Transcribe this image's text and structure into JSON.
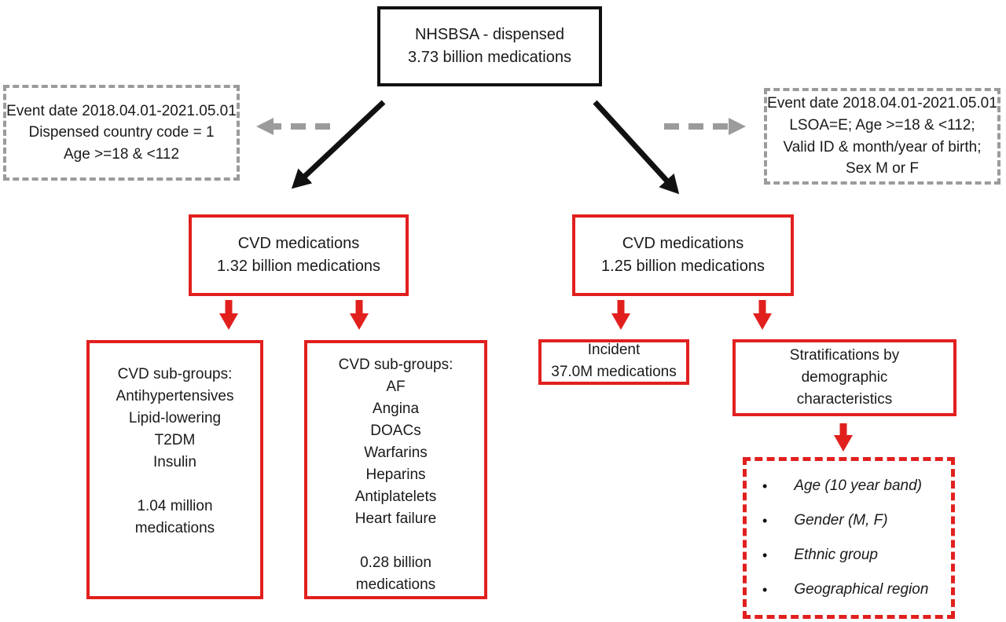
{
  "colors": {
    "accent_red": "#e1201e",
    "dash_gray": "#9b9b9b",
    "box_black": "#111111"
  },
  "diagram": {
    "top_box": {
      "lines": [
        "NHSBSA - dispensed",
        "3.73 billion medications"
      ]
    },
    "left_criteria": {
      "lines": [
        "Event date 2018.04.01-2021.05.01",
        "Dispensed country code = 1",
        "Age >=18 & <112"
      ]
    },
    "right_criteria": {
      "lines": [
        "Event date 2018.04.01-2021.05.01",
        "LSOA=E; Age >=18 & <112;",
        "Valid ID & month/year of birth;",
        "Sex M or F"
      ]
    },
    "cvd_left": {
      "lines": [
        "CVD medications",
        "1.32 billion medications"
      ]
    },
    "cvd_right": {
      "lines": [
        "CVD medications",
        "1.25 billion medications"
      ]
    },
    "subgroups_therapy": {
      "lines": [
        "CVD sub-groups:",
        "Antihypertensives",
        "Lipid-lowering",
        "T2DM",
        "Insulin",
        "",
        "1.04 million",
        "medications"
      ]
    },
    "subgroups_condition": {
      "lines": [
        "CVD sub-groups:",
        "AF",
        "Angina",
        "DOACs",
        "Warfarins",
        "Heparins",
        "Antiplatelets",
        "Heart failure",
        "",
        "0.28 billion",
        "medications"
      ]
    },
    "incident": {
      "lines": [
        "Incident",
        "37.0M medications"
      ]
    },
    "stratifications": {
      "lines": [
        "Stratifications by",
        "demographic",
        "characteristics"
      ]
    },
    "demographics": {
      "items": [
        "Age (10 year band)",
        "Gender (M, F)",
        "Ethnic group",
        "Geographical region"
      ]
    }
  }
}
